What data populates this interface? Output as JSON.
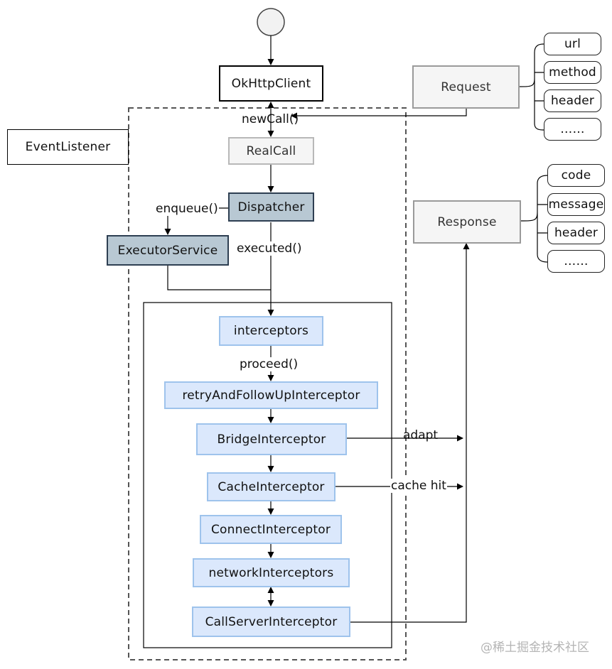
{
  "nodes": {
    "client": "OkHttpClient",
    "event_listener": "EventListener",
    "real_call": "RealCall",
    "dispatcher": "Dispatcher",
    "executor_service": "ExecutorService",
    "request": "Request",
    "response": "Response",
    "interceptors": "interceptors",
    "retry": "retryAndFollowUpInterceptor",
    "bridge": "BridgeInterceptor",
    "cache": "CacheInterceptor",
    "connect": "ConnectInterceptor",
    "network": "networkInterceptors",
    "call_server": "CallServerInterceptor"
  },
  "labels": {
    "new_call": "newCall()",
    "enqueue": "enqueue()",
    "executed": "executed()",
    "proceed": "proceed()",
    "adapt": "adapt",
    "cache_hit": "cache hit"
  },
  "request_fields": [
    "url",
    "method",
    "header",
    "……"
  ],
  "response_fields": [
    "code",
    "message",
    "header",
    "……"
  ],
  "watermark": "@稀土掘金技术社区"
}
